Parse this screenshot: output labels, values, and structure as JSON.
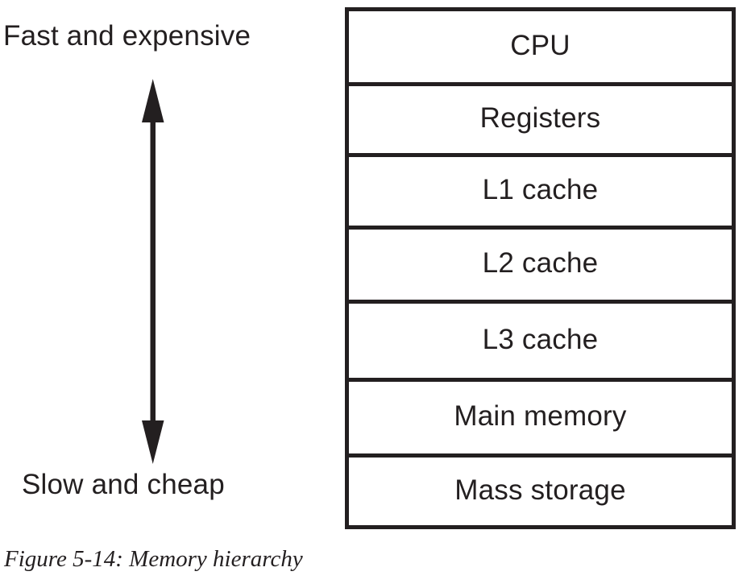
{
  "figure": {
    "caption": "Figure 5-14: Memory hierarchy",
    "background_color": "#ffffff",
    "ink_color": "#231f20"
  },
  "scale_axis": {
    "top_label": "Fast and expensive",
    "bottom_label": "Slow and cheap",
    "arrow_icon": "double-headed-vertical-arrow",
    "direction": "bidirectional-vertical"
  },
  "hierarchy": {
    "levels": [
      {
        "label": "CPU"
      },
      {
        "label": "Registers"
      },
      {
        "label": "L1 cache"
      },
      {
        "label": "L2 cache"
      },
      {
        "label": "L3 cache"
      },
      {
        "label": "Main memory"
      },
      {
        "label": "Mass storage"
      }
    ]
  },
  "chart_data": {
    "type": "diagram",
    "title": "Memory hierarchy",
    "categories": [
      "CPU",
      "Registers",
      "L1 cache",
      "L2 cache",
      "L3 cache",
      "Main memory",
      "Mass storage"
    ],
    "annotations": [
      "Fast and expensive",
      "Slow and cheap"
    ],
    "ordering": "top is fastest and most expensive, bottom is slowest and cheapest",
    "legend": "none",
    "grid": false
  }
}
